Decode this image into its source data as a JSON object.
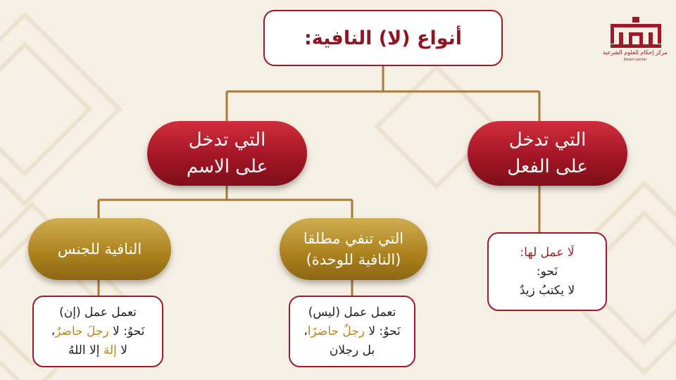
{
  "title": "أنواع (لا) النافية:",
  "logo": {
    "brand": "إحكام",
    "name": "مركز إحكام للعلوم الشرعية",
    "tagline": "Ihkam center"
  },
  "verb_node": {
    "line1": "التي تدخل",
    "line2": "على الفعل"
  },
  "noun_node": {
    "line1": "التي تدخل",
    "line2": "على الاسم"
  },
  "genus_node": {
    "label": "النافية للجنس"
  },
  "unity_node": {
    "line1": "التي تنفي مطلقا",
    "line2": "(النافية للوحدة)"
  },
  "verb_info": {
    "line1_hl": "لَا عمل لها:",
    "line2": "نَحو:",
    "line3": "لا يكتبُ زيدٌ"
  },
  "unity_info": {
    "line1": "تعمل عمل (ليس)",
    "line2_pre": "نَحوُ: لا ",
    "line2_hl": "رجلٌ حاضرًا",
    "line2_post": "،",
    "line3": "بل رجلان"
  },
  "genus_info": {
    "line1": "تعمل عمل (إن)",
    "line2_pre": "نَحوُ: لا ",
    "line2_hl": "رجلَ حاضرٌ",
    "line2_post": "،",
    "line3_pre": "لا ",
    "line3_hl": "إلهَ",
    "line3_post": " إلا اللهُ"
  },
  "colors": {
    "red": "#a31525",
    "gold": "#ae8420",
    "connector": "#a87a3a",
    "background": "#f6efe3"
  }
}
